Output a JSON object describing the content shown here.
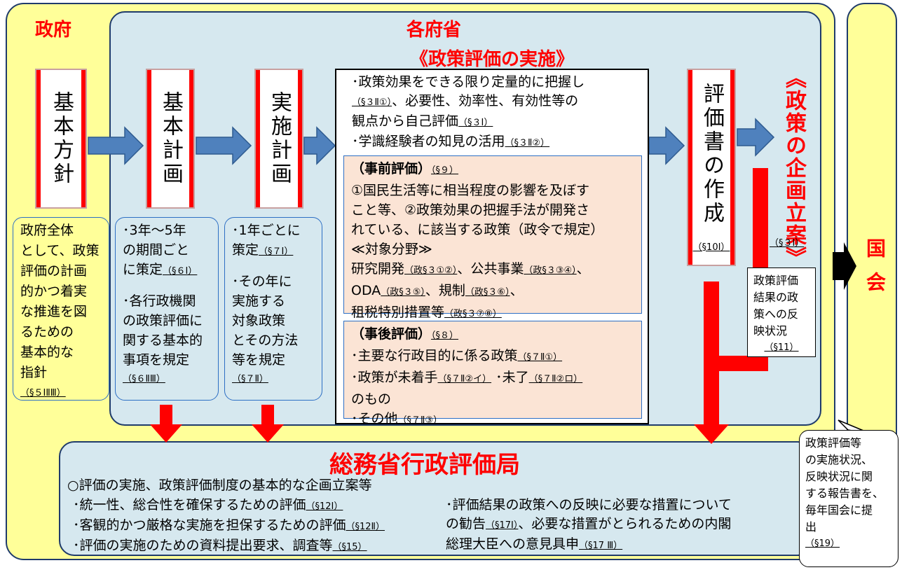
{
  "colors": {
    "yellow_bg": "#ffff99",
    "blue_bg": "#d6e8ef",
    "pink_bg": "#fbe4d5",
    "red": "#ff0000",
    "arrow_blue": "#4f81bd",
    "border": "#1f3b6b"
  },
  "labels": {
    "seifu": "政府",
    "kakufushou": "各府省",
    "seisaku_hyouka_jisshi": "《政策評価の実施》",
    "kikaku_rian": "《政策の企画立案》",
    "kikaku_ref": "（§３Ⅰ）",
    "kokkai": "国会",
    "soumu_title": "総務省行政評価局"
  },
  "vboxes": {
    "kihon_houshin": "基本方針",
    "kihon_keikaku": "基本計画",
    "jisshi_keikaku": "実施計画",
    "hyoukasho": "評価書の作成",
    "hyoukasho_ref": "（§10Ⅰ）"
  },
  "kihon_houshin_desc": {
    "lines": [
      "政府全体",
      "として、政策",
      "評価の計画",
      "的かつ着実",
      "な推進を図",
      "るための",
      "基本的な",
      "指針"
    ],
    "ref": "（§５ⅠⅡⅢ）"
  },
  "kihon_keikaku_desc": {
    "lines": [
      "･3年～5年",
      "の期間ごと",
      "に策定"
    ],
    "ref1": "（§６Ⅰ）",
    "lines2": [
      "･各行政機関",
      "の政策評価に",
      "関する基本的",
      "事項を規定"
    ],
    "ref2": "（§６ⅡⅢ）"
  },
  "jisshi_keikaku_desc": {
    "lines": [
      "･1年ごとに",
      "策定"
    ],
    "ref1": "（§７Ⅰ）",
    "lines2": [
      "･その年に",
      "実施する",
      "対象政策",
      "とその方法",
      "等を規定"
    ],
    "ref2": "（§７Ⅱ）"
  },
  "center": {
    "l1": "･政策効果をできる限り定量的に把握し",
    "r1": "（§３Ⅱ①）",
    "l2": "、必要性、効率性、有効性等の",
    "l3": "観点から自己評価",
    "r3": "（§３Ⅰ）",
    "l4": "･学識経験者の知見の活用",
    "r4": "（§３Ⅱ②）"
  },
  "jizen": {
    "title": "（事前評価）",
    "title_ref": "（§９）",
    "lines": [
      "①国民生活等に相当程度の影響を及ぼす",
      "こと等、②政策効果の把握手法が開発さ",
      "れている、に該当する政策（政令で規定）",
      "≪対象分野≫"
    ],
    "f1": "研究開発",
    "f1r": "（政§３①②）",
    "f2": "、公共事業",
    "f2r": "（政§３③④）",
    "f2e": "、",
    "f3": "ODA",
    "f3r": "（政§３⑤）",
    "f4": "、規制",
    "f4r": "（政§３⑥）",
    "f4e": "、",
    "f5": "租税特別措置等",
    "f5r": "（政§３⑦⑧）"
  },
  "jigo": {
    "title": "（事後評価）",
    "title_ref": "（§８）",
    "a": "･主要な行政目的に係る政策",
    "ar": "（§７Ⅱ①）",
    "b": "･政策が未着手",
    "br": "（§７Ⅱ②イ）",
    "b2": "･未了",
    "b2r": "（§７Ⅱ②ロ）",
    "c": "のもの",
    "d": "･その他",
    "dr": "（§７Ⅱ③）"
  },
  "hanei_callout": {
    "lines": [
      "政策評価",
      "結果の政",
      "策への反",
      "映状況"
    ],
    "ref": "（§11）"
  },
  "report_callout": {
    "lines": [
      "政策評価等",
      "の実施状況、",
      "反映状況に関",
      "する報告書を、",
      "毎年国会に提",
      "出"
    ],
    "ref": "（§19）"
  },
  "soumu": {
    "head": "○評価の実施、政策評価制度の基本的な企画立案等",
    "l1": "･統一性、総合性を確保するための評価",
    "l1r": "（§12Ⅰ）",
    "l2": "･客観的かつ厳格な実施を担保するための評価",
    "l2r": "（§12Ⅱ）",
    "l3": "･評価の実施のための資料提出要求、調査等",
    "l3r": "（§15）",
    "r1": "･評価結果の政策への反映に必要な措置について",
    "r2": "の勧告",
    "r2r": "（§17Ⅰ）",
    "r2b": "、必要な措置がとられるための内閣",
    "r3": "総理大臣への意見具申",
    "r3r": "（§17 Ⅲ）"
  }
}
